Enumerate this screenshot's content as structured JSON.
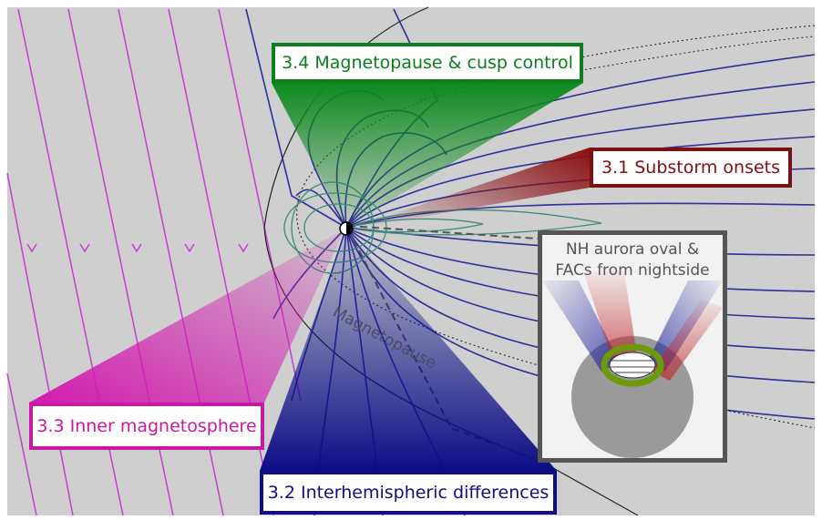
{
  "labels": {
    "magnetopause_cusp": "3.4 Magnetopause & cusp control",
    "substorm": "3.1 Substorm onsets",
    "inner_magnetosphere": "3.3 Inner magnetosphere",
    "interhemispheric": "3.2 Interhemispheric differences",
    "magnetopause": "Magnetopause"
  },
  "inset": {
    "line1": "NH aurora oval &",
    "line2": "FACs from nightside"
  },
  "colors": {
    "background": "#cfcfcf",
    "solar_wind_field": "#c53fcf",
    "magnetosphere_field": "#2d2f9c",
    "inner_field": "#3e8c79",
    "magnetopause_cusp": "#0c7e1d",
    "substorm": "#7e1012",
    "inner_magnetosphere": "#c818a6",
    "interhemispheric": "#0e0f84",
    "inset_border": "#555555"
  }
}
